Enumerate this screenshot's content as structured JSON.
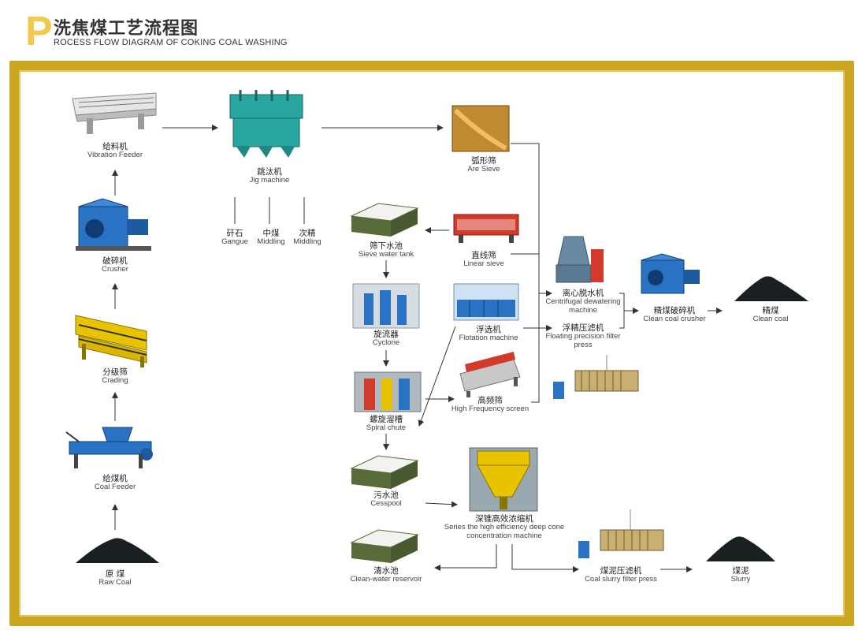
{
  "header": {
    "logo_letter": "P",
    "title_cn": "洗焦煤工艺流程图",
    "title_en": "ROCESS FLOW DIAGRAM OF COKING COAL WASHING"
  },
  "colors": {
    "frame_gold": "#c9a520",
    "logo_yellow": "#f2c94c",
    "machine_blue": "#1f6fb8",
    "machine_yellow": "#e8c400",
    "machine_teal": "#2aa6a0",
    "machine_red": "#c0392b",
    "coal_black": "#1a1f22",
    "pool_green": "#5a6b3a"
  },
  "nodes": {
    "vibration_feeder": {
      "cn": "给料机",
      "en": "Vibration Feeder",
      "icon": "vibrating-feeder-icon"
    },
    "crusher": {
      "cn": "破碎机",
      "en": "Crusher",
      "icon": "crusher-icon"
    },
    "grading": {
      "cn": "分级筛",
      "en": "Crading",
      "icon": "grading-screen-icon"
    },
    "coal_feeder": {
      "cn": "给煤机",
      "en": "Coal Feeder",
      "icon": "coal-feeder-icon"
    },
    "raw_coal": {
      "cn": "原 煤",
      "en": "Raw Coal",
      "icon": "coal-pile-icon"
    },
    "jig": {
      "cn": "跳汰机",
      "en": "Jig machine",
      "icon": "jig-machine-icon"
    },
    "gangue": {
      "cn": "矸石",
      "en": "Gangue"
    },
    "middling1": {
      "cn": "中煤",
      "en": "Middling"
    },
    "middling2": {
      "cn": "次精",
      "en": "Middling"
    },
    "arc_sieve": {
      "cn": "弧形筛",
      "en": "Are Sieve",
      "icon": "arc-sieve-icon"
    },
    "sieve_tank": {
      "cn": "筛下水池",
      "en": "Sieve water tank",
      "icon": "water-tank-icon"
    },
    "linear_sieve": {
      "cn": "直线筛",
      "en": "Linear sieve",
      "icon": "linear-sieve-icon"
    },
    "cyclone": {
      "cn": "旋流器",
      "en": "Cyclone",
      "icon": "cyclone-icon"
    },
    "flotation": {
      "cn": "浮选机",
      "en": "Flotation machine",
      "icon": "flotation-machine-icon"
    },
    "spiral": {
      "cn": "螺旋溜槽",
      "en": "Spiral chute",
      "icon": "spiral-chute-icon"
    },
    "hf_screen": {
      "cn": "高频筛",
      "en": "High Frequency screen",
      "icon": "high-frequency-screen-icon"
    },
    "centrifuge": {
      "cn": "离心脱水机",
      "en": "Centrifugal dewatering machine",
      "icon": "centrifuge-icon"
    },
    "float_press": {
      "cn": "浮精压滤机",
      "en": "Floating precision filter press",
      "icon": "filter-press-icon"
    },
    "clean_crusher": {
      "cn": "精煤破碎机",
      "en": "Clean coal crusher",
      "icon": "crusher-icon"
    },
    "clean_coal": {
      "cn": "精煤",
      "en": "Clean coal",
      "icon": "coal-pile-icon"
    },
    "cesspool": {
      "cn": "污水池",
      "en": "Cesspool",
      "icon": "water-tank-icon"
    },
    "thickener": {
      "cn": "深锥高效浓缩机",
      "en": "Series the high efficiency deep cone concentration machine",
      "icon": "thickener-icon"
    },
    "clean_water": {
      "cn": "清水池",
      "en": "Clean-water reservoir",
      "icon": "water-tank-icon"
    },
    "slurry_press": {
      "cn": "煤泥压滤机",
      "en": "Coal slurry filter press",
      "icon": "filter-press-icon"
    },
    "slurry": {
      "cn": "煤泥",
      "en": "Slurry",
      "icon": "coal-pile-icon"
    }
  }
}
